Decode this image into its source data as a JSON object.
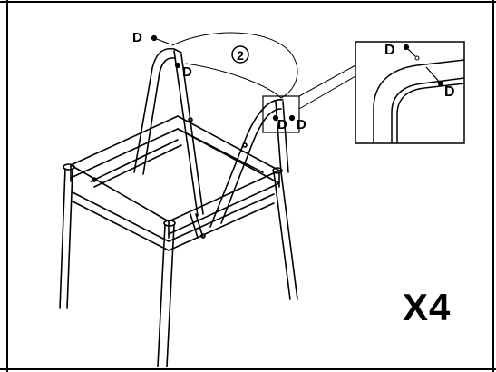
{
  "diagram": {
    "step_number": "2",
    "part_label": "D",
    "quantity": "X4",
    "colors": {
      "ink": "#000000",
      "paper": "#ffffff"
    }
  }
}
